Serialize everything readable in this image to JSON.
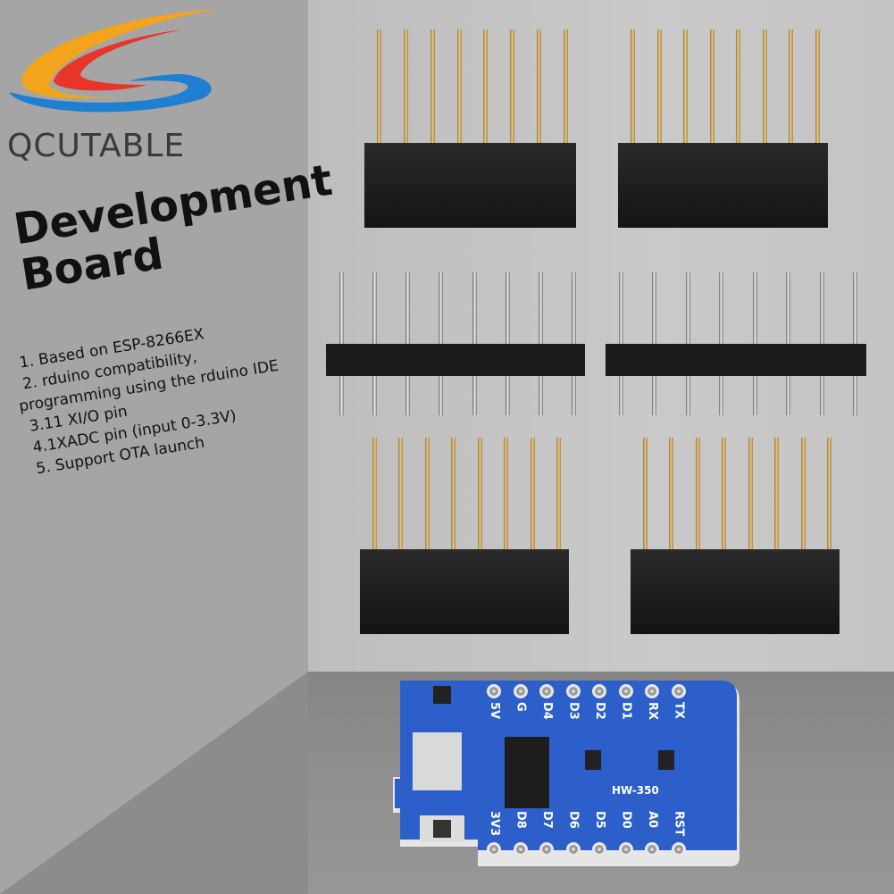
{
  "brand": {
    "name": "QCUTABLE",
    "logo_colors": [
      "#f2a41c",
      "#e8352a",
      "#1f7fd0"
    ]
  },
  "title": {
    "line1": "Development",
    "line2": "Board"
  },
  "features": [
    "1. Based on ESP-8266EX",
    "2. rduino compatibility,",
    "programming using the rduino IDE",
    "3.11 XI/O pin",
    "4.1XADC pin (input 0-3.3V)",
    "5. Support OTA launch"
  ],
  "board": {
    "model": "HW-350",
    "color": "#2c5fc9",
    "top_pins": [
      "5V",
      "G",
      "D4",
      "D3",
      "D2",
      "D1",
      "RX",
      "TX"
    ],
    "bottom_pins": [
      "3V3",
      "D8",
      "D7",
      "D6",
      "D5",
      "D0",
      "A0",
      "RST"
    ]
  }
}
